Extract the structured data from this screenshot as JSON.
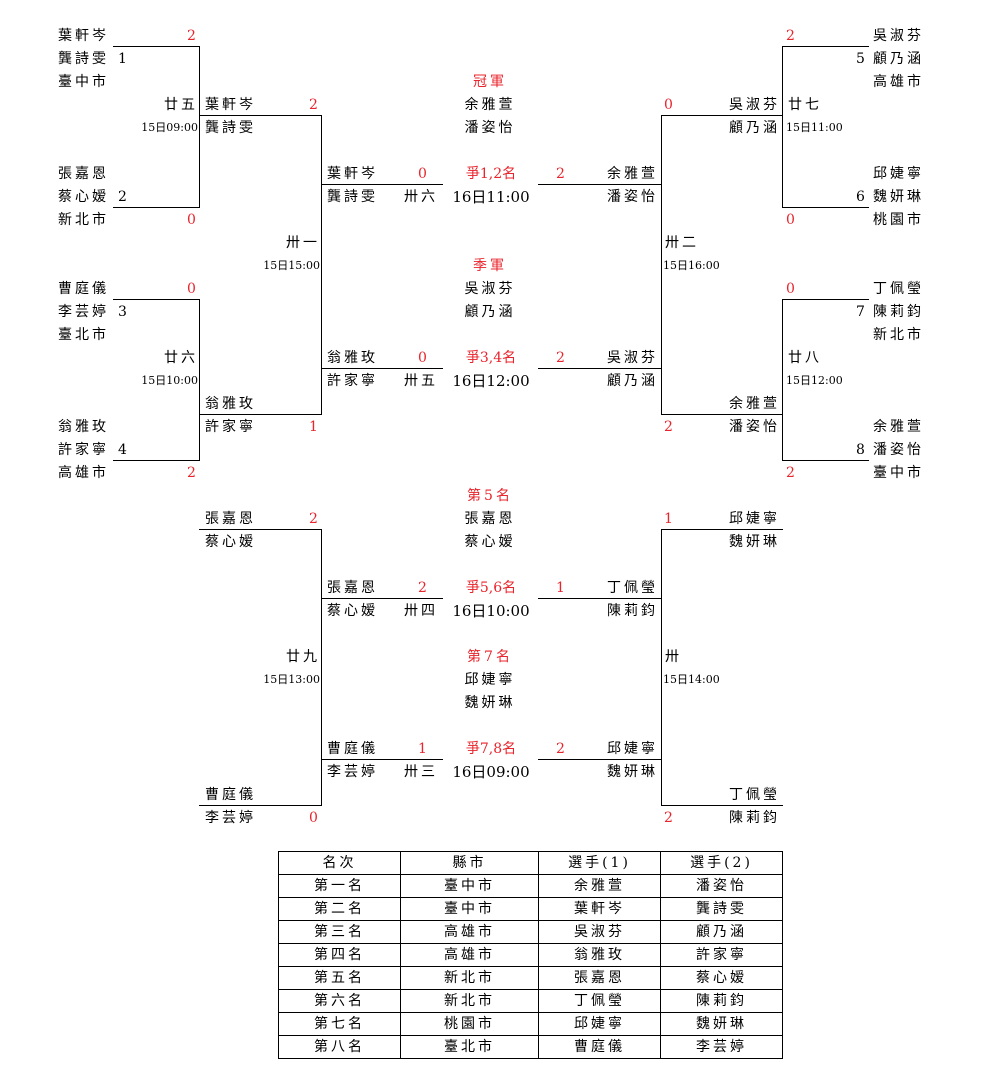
{
  "bracket": {
    "seeds": [
      {
        "seed": "1",
        "p1": "葉軒岑",
        "p2": "龔詩雯",
        "city": "臺中市"
      },
      {
        "seed": "2",
        "p1": "張嘉恩",
        "p2": "蔡心嫒",
        "city": "新北市"
      },
      {
        "seed": "3",
        "p1": "曹庭儀",
        "p2": "李芸婷",
        "city": "臺北市"
      },
      {
        "seed": "4",
        "p1": "翁雅玫",
        "p2": "許家寧",
        "city": "高雄市"
      },
      {
        "seed": "5",
        "p1": "吳淑芬",
        "p2": "顧乃涵",
        "city": "高雄市"
      },
      {
        "seed": "6",
        "p1": "邱婕寧",
        "p2": "魏妍琳",
        "city": "桃園市"
      },
      {
        "seed": "7",
        "p1": "丁佩瑩",
        "p2": "陳莉鈞",
        "city": "新北市"
      },
      {
        "seed": "8",
        "p1": "余雅萱",
        "p2": "潘姿怡",
        "city": "臺中市"
      }
    ],
    "r1": [
      {
        "match": "廿五",
        "time": "15日09:00",
        "score_top": "2",
        "score_bottom": "0",
        "winner_p1": "葉軒岑",
        "winner_p2": "龔詩雯"
      },
      {
        "match": "廿六",
        "time": "15日10:00",
        "score_top": "0",
        "score_bottom": "2",
        "winner_p1": "翁雅玫",
        "winner_p2": "許家寧"
      },
      {
        "match": "廿七",
        "time": "15日11:00",
        "score_top": "2",
        "score_bottom": "0",
        "winner_p1": "吳淑芬",
        "winner_p2": "顧乃涵"
      },
      {
        "match": "廿八",
        "time": "15日12:00",
        "score_top": "0",
        "score_bottom": "2",
        "winner_p1": "余雅萱",
        "winner_p2": "潘姿怡"
      }
    ],
    "semis": [
      {
        "match": "卅一",
        "time": "15日15:00",
        "score_top": "2",
        "score_bottom": "1"
      },
      {
        "match": "卅二",
        "time": "15日16:00",
        "score_top": "0",
        "score_bottom": "2"
      }
    ],
    "final": {
      "title": "冠軍",
      "champ_p1": "余雅萱",
      "champ_p2": "潘姿怡",
      "label": "爭1,2名",
      "match": "卅六",
      "time": "16日11:00",
      "left_p1": "葉軒岑",
      "left_p2": "龔詩雯",
      "left_score": "0",
      "right_p1": "余雅萱",
      "right_p2": "潘姿怡",
      "right_score": "2"
    },
    "third": {
      "title": "季軍",
      "champ_p1": "吳淑芬",
      "champ_p2": "顧乃涵",
      "label": "爭3,4名",
      "match": "卅五",
      "time": "16日12:00",
      "left_p1": "翁雅玫",
      "left_p2": "許家寧",
      "left_score": "0",
      "right_p1": "吳淑芬",
      "right_p2": "顧乃涵",
      "right_score": "2"
    },
    "consolation": {
      "m29": {
        "match": "廿九",
        "time": "15日13:00",
        "top_p1": "張嘉恩",
        "top_p2": "蔡心嫒",
        "top_score": "2",
        "bot_p1": "曹庭儀",
        "bot_p2": "李芸婷",
        "bot_score": "0"
      },
      "m30": {
        "match": "卅",
        "time": "15日14:00",
        "top_p1": "邱婕寧",
        "top_p2": "魏妍琳",
        "top_score": "1",
        "bot_p1": "丁佩瑩",
        "bot_p2": "陳莉鈞",
        "bot_score": "2"
      },
      "fifth": {
        "title": "第5名",
        "champ_p1": "張嘉恩",
        "champ_p2": "蔡心嫒",
        "label": "爭5,6名",
        "match": "卅四",
        "time": "16日10:00",
        "left_p1": "張嘉恩",
        "left_p2": "蔡心嫒",
        "left_score": "2",
        "right_p1": "丁佩瑩",
        "right_p2": "陳莉鈞",
        "right_score": "1"
      },
      "seventh": {
        "title": "第7名",
        "champ_p1": "邱婕寧",
        "champ_p2": "魏妍琳",
        "label": "爭7,8名",
        "match": "卅三",
        "time": "16日09:00",
        "left_p1": "曹庭儀",
        "left_p2": "李芸婷",
        "left_score": "1",
        "right_p1": "邱婕寧",
        "right_p2": "魏妍琳",
        "right_score": "2"
      }
    }
  },
  "results": {
    "headers": [
      "名次",
      "縣市",
      "選手(1)",
      "選手(2)"
    ],
    "rows": [
      [
        "第一名",
        "臺中市",
        "余雅萱",
        "潘姿怡"
      ],
      [
        "第二名",
        "臺中市",
        "葉軒岑",
        "龔詩雯"
      ],
      [
        "第三名",
        "高雄市",
        "吳淑芬",
        "顧乃涵"
      ],
      [
        "第四名",
        "高雄市",
        "翁雅玫",
        "許家寧"
      ],
      [
        "第五名",
        "新北市",
        "張嘉恩",
        "蔡心嫒"
      ],
      [
        "第六名",
        "新北市",
        "丁佩瑩",
        "陳莉鈞"
      ],
      [
        "第七名",
        "桃園市",
        "邱婕寧",
        "魏妍琳"
      ],
      [
        "第八名",
        "臺北市",
        "曹庭儀",
        "李芸婷"
      ]
    ]
  }
}
